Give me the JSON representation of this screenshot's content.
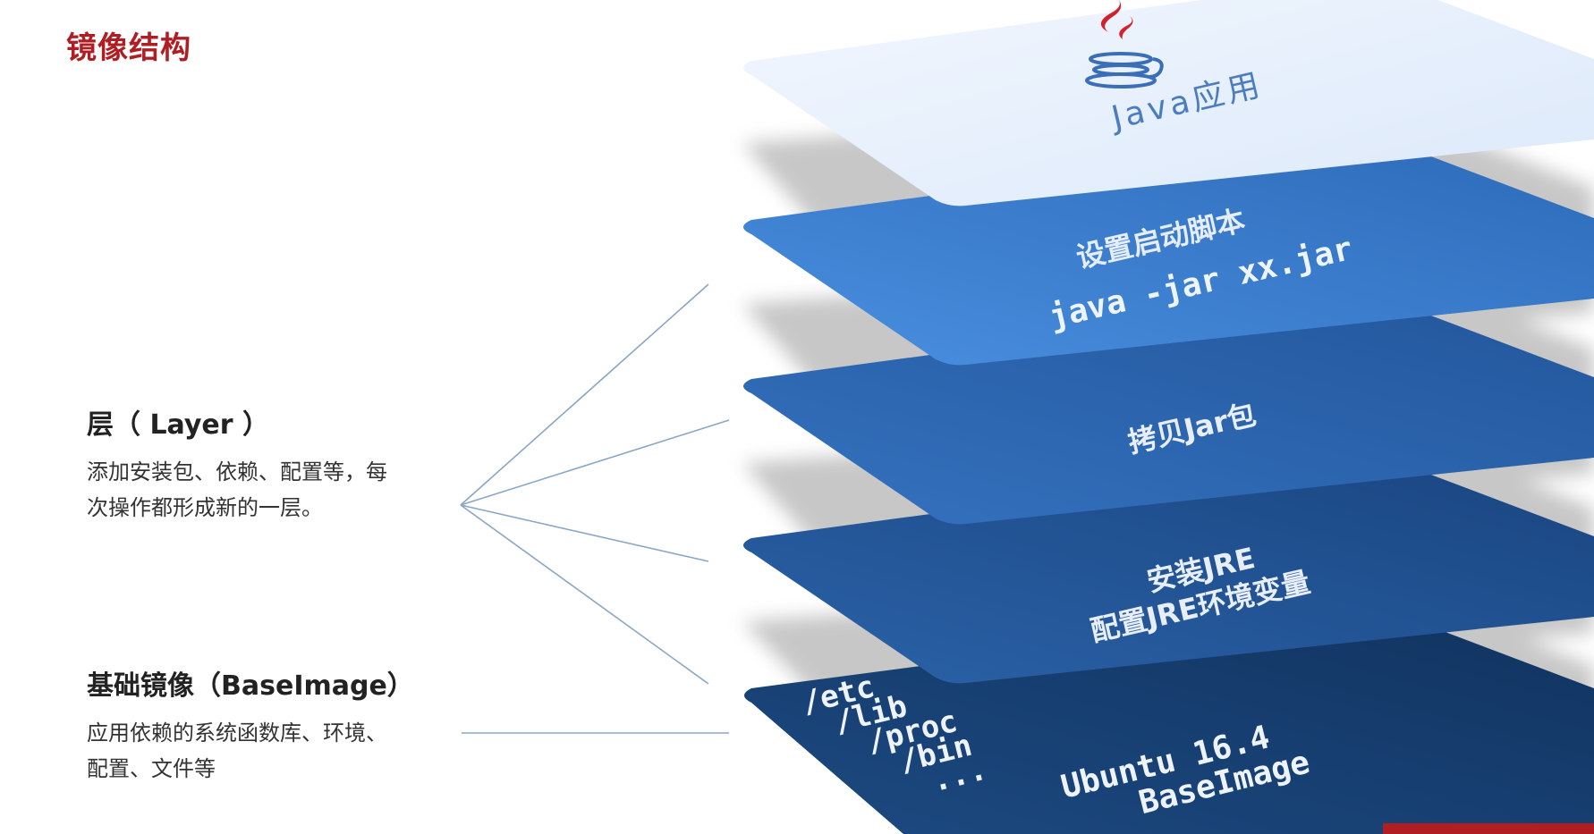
{
  "title": "镜像结构",
  "layer_section": {
    "heading": "层（ Layer ）",
    "desc_line1": "添加安装包、依赖、配置等，每",
    "desc_line2": "次操作都形成新的一层。"
  },
  "base_section": {
    "heading": "基础镜像（BaseImage）",
    "desc_line1": "应用依赖的系统函数库、环境、",
    "desc_line2": "配置、文件等"
  },
  "layers": [
    {
      "lines": [
        "Java应用"
      ],
      "icon": "java-logo-icon"
    },
    {
      "lines": [
        "设置启动脚本",
        "java -jar xx.jar"
      ]
    },
    {
      "lines": [
        "拷贝Jar包"
      ]
    },
    {
      "lines": [
        "安装JRE",
        "配置JRE环境变量"
      ]
    },
    {
      "left_lines": [
        "/etc",
        "/lib",
        "/proc",
        "/bin",
        "..."
      ],
      "right_lines": [
        "Ubuntu 16.4",
        "BaseImage"
      ]
    }
  ],
  "colors": {
    "title": "#b01e23",
    "layer_app": "#e6f0fc",
    "layer_script": "#3d7fd2",
    "layer_copy": "#2b63ac",
    "layer_jre": "#215592",
    "layer_base": "#173f70",
    "connector": "#8aa6c4"
  }
}
